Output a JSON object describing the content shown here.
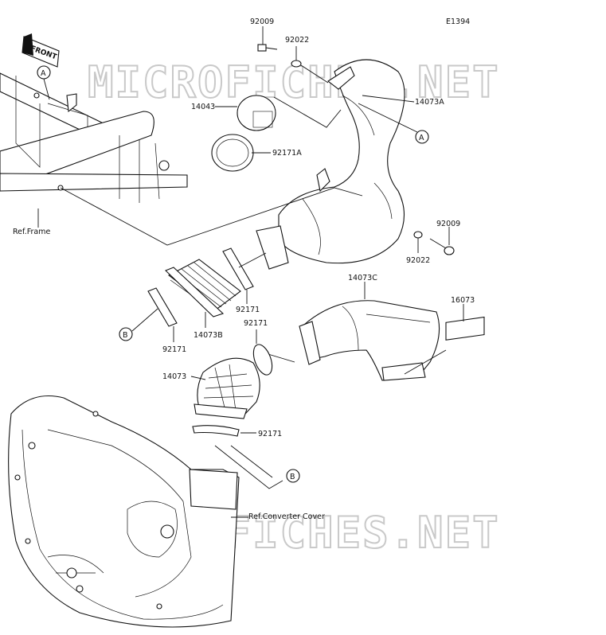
{
  "diagram_id": "E1394",
  "watermark": "MICROFICHES.NET",
  "front_arrow_label": "FRONT",
  "callouts": {
    "A": "A",
    "B": "B"
  },
  "ref_labels": {
    "frame": "Ref.Frame",
    "converter_cover": "Ref.Converter Cover"
  },
  "parts": {
    "p92009_top": "92009",
    "p92022_top": "92022",
    "p14073A": "14073A",
    "p14043": "14043",
    "p92171A": "92171A",
    "p92009_right": "92009",
    "p92022_right": "92022",
    "p14073C": "14073C",
    "p16073": "16073",
    "p92171_mid": "92171",
    "p14073B": "14073B",
    "p92171_left": "92171",
    "p92171_upper": "92171",
    "p14073": "14073",
    "p92171_low": "92171"
  }
}
